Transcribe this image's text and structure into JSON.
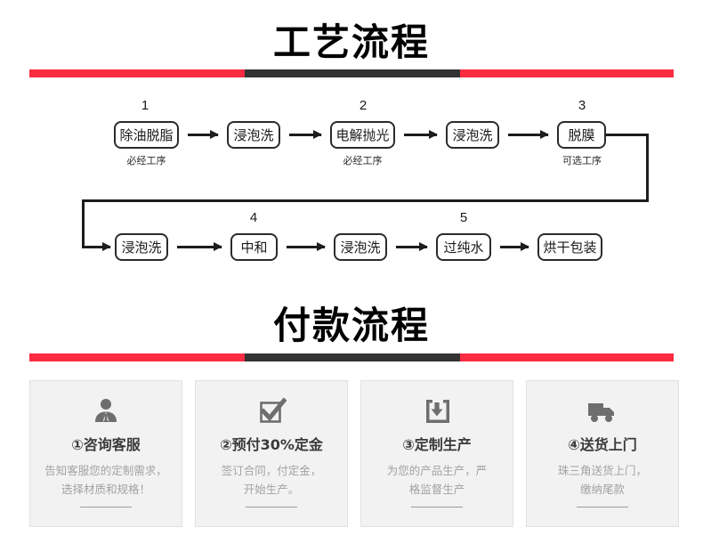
{
  "colors": {
    "accent_red": "#fb2b42",
    "accent_dark": "#333333",
    "card_bg": "#f2f2f2",
    "card_border": "#e2e2e2",
    "node_border": "#2b2b2b",
    "muted_text": "#a2a2a2"
  },
  "sections": {
    "process": {
      "title": "工艺流程"
    },
    "payment": {
      "title": "付款流程"
    }
  },
  "flowchart": {
    "row1": [
      {
        "step": "1",
        "label": "除油脱脂",
        "note": "必经工序"
      },
      {
        "step": "",
        "label": "浸泡洗",
        "note": ""
      },
      {
        "step": "2",
        "label": "电解抛光",
        "note": "必经工序"
      },
      {
        "step": "",
        "label": "浸泡洗",
        "note": ""
      },
      {
        "step": "3",
        "label": "脱膜",
        "note": "可选工序"
      }
    ],
    "row2": [
      {
        "step": "",
        "label": "浸泡洗",
        "note": ""
      },
      {
        "step": "4",
        "label": "中和",
        "note": ""
      },
      {
        "step": "",
        "label": "浸泡洗",
        "note": ""
      },
      {
        "step": "5",
        "label": "过纯水",
        "note": ""
      },
      {
        "step": "",
        "label": "烘干包装",
        "note": ""
      }
    ]
  },
  "payment_cards": [
    {
      "icon": "customer-service-icon",
      "title": "①咨询客服",
      "desc_line1": "告知客服您的定制需求，",
      "desc_line2": "选择材质和规格！"
    },
    {
      "icon": "checkbox-check-icon",
      "title": "②预付30%定金",
      "desc_line1": "签订合同，付定金，",
      "desc_line2": "开始生产。"
    },
    {
      "icon": "download-box-icon",
      "title": "③定制生产",
      "desc_line1": "为您的产品生产，严",
      "desc_line2": "格监督生产"
    },
    {
      "icon": "delivery-truck-icon",
      "title": "④送货上门",
      "desc_line1": "珠三角送货上门，",
      "desc_line2": "缴纳尾款"
    }
  ]
}
